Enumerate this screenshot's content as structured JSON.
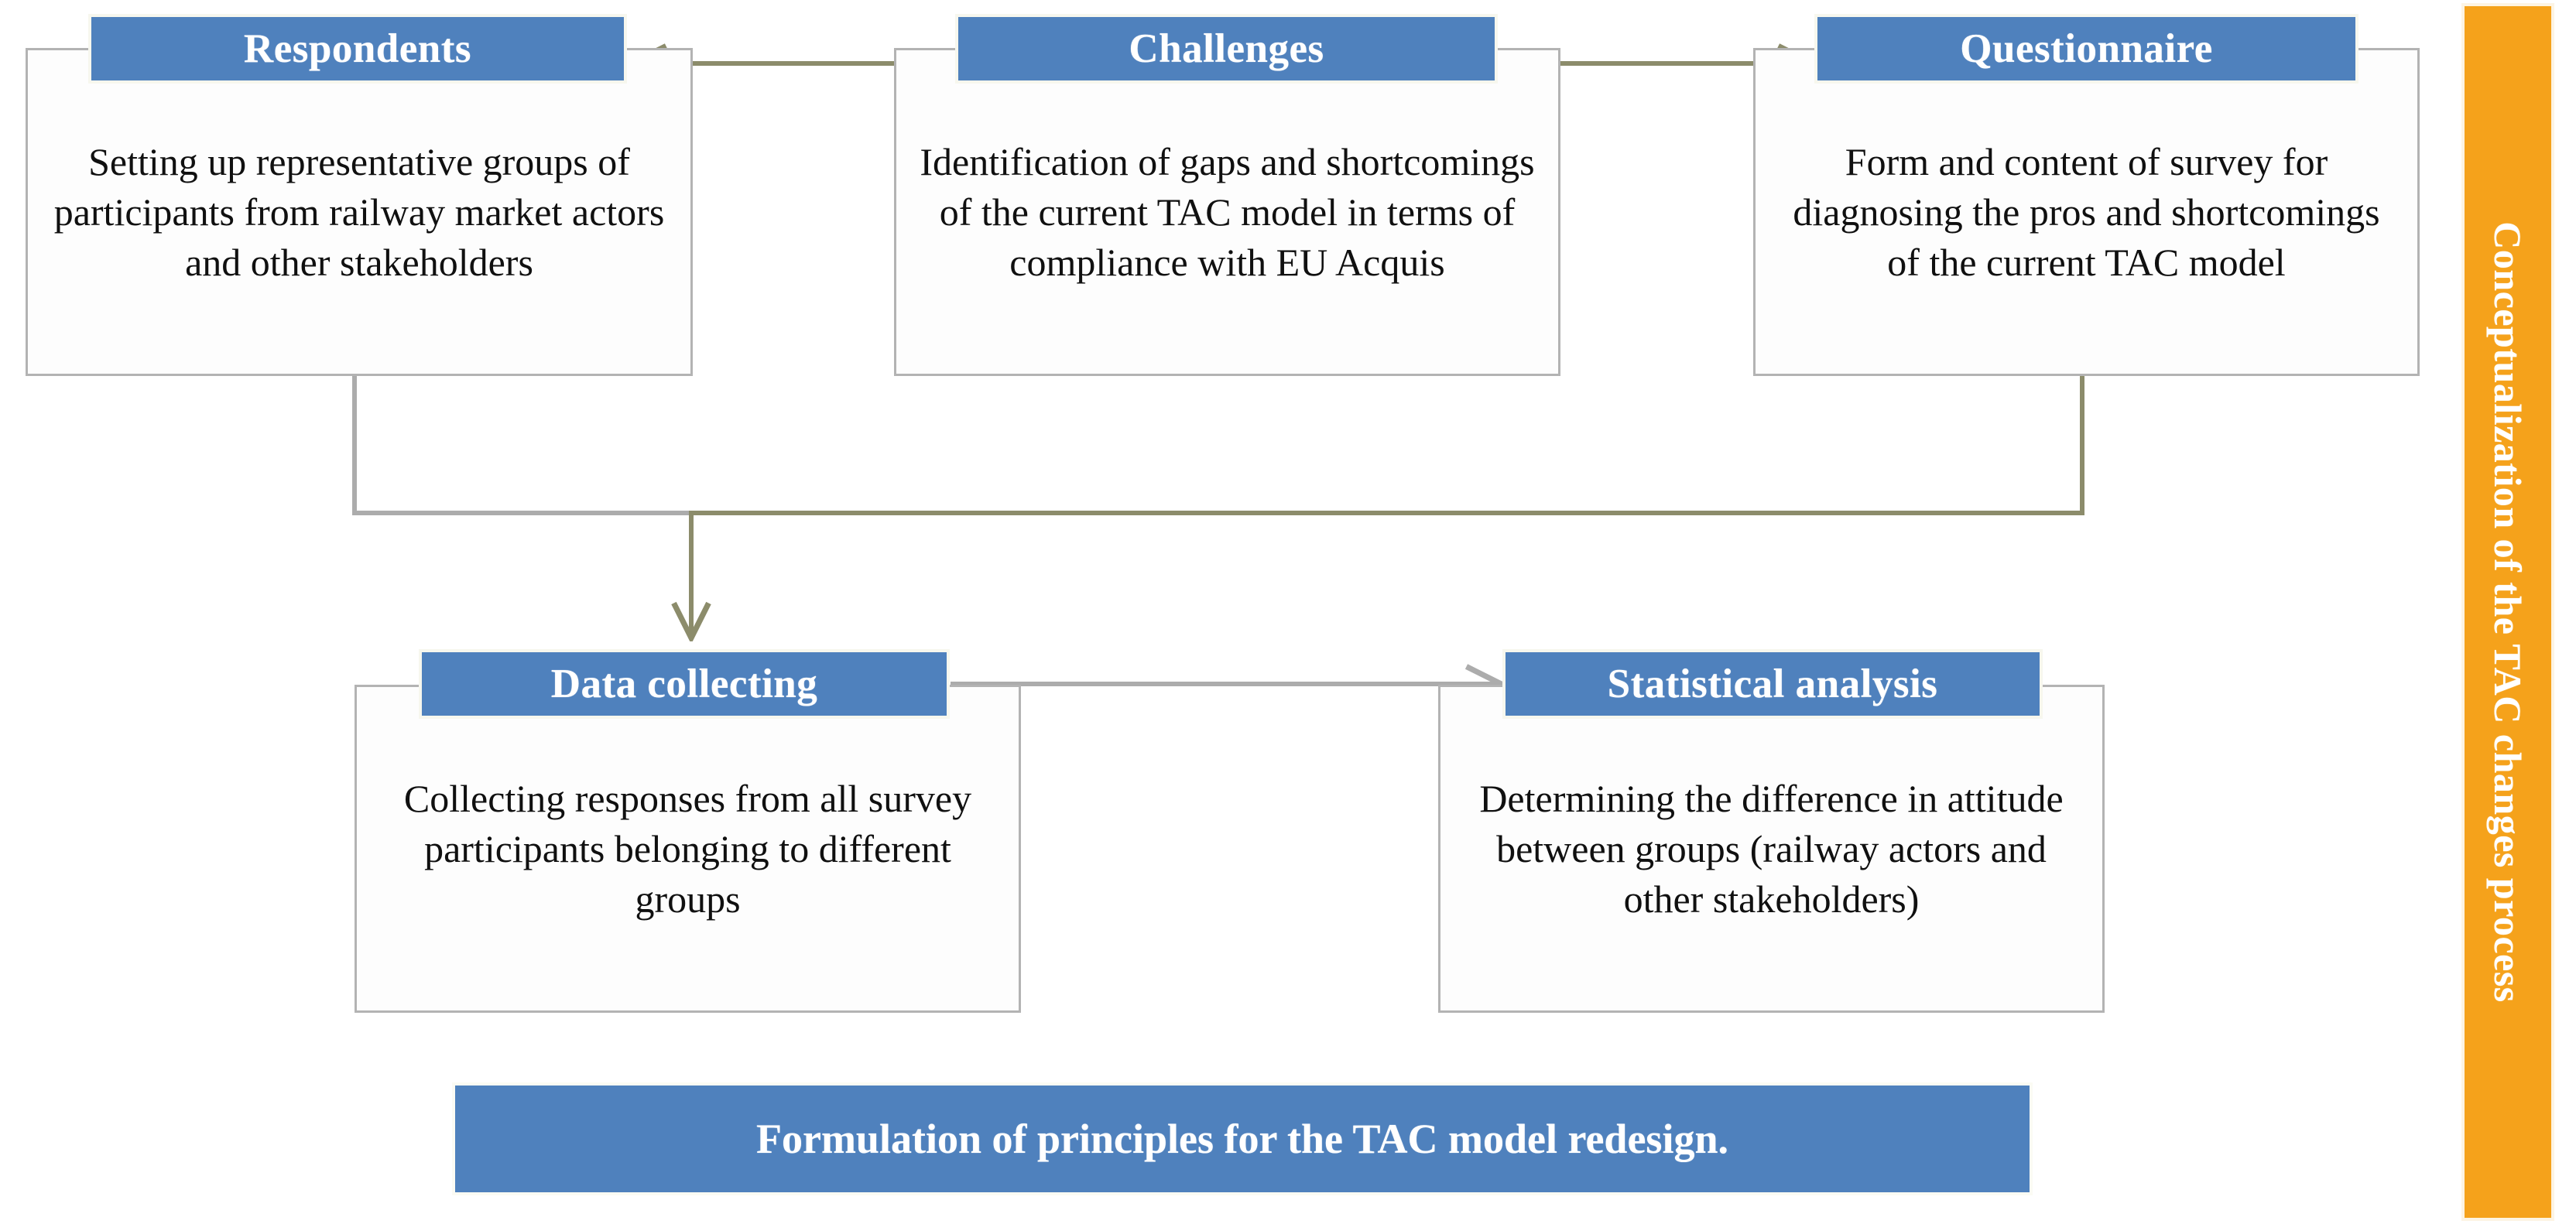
{
  "diagram": {
    "title": "Conceptualization of the TAC changes process",
    "accent_blue": "#4F81BD",
    "accent_orange": "#F5A21B",
    "connector_olive": "#8C8C6B",
    "connector_gray": "#ACACAC"
  },
  "side_banner": {
    "label": "Conceptualization of the TAC changes process"
  },
  "nodes": {
    "respondents": {
      "header": "Respondents",
      "body": "Setting up representative groups of participants from railway market actors  and other stakeholders"
    },
    "challenges": {
      "header": "Challenges",
      "body": "Identification of gaps and shortcomings of the current TAC model in terms of compliance with EU Acquis"
    },
    "questionnaire": {
      "header": "Questionnaire",
      "body": "Form and content of survey for diagnosing the pros and shortcomings of the current TAC model"
    },
    "data_collecting": {
      "header": "Data collecting",
      "body": "Collecting responses from all survey participants belonging to different groups"
    },
    "statistical_analysis": {
      "header": "Statistical analysis",
      "body": "Determining the difference in attitude between groups (railway actors and other stakeholders)"
    }
  },
  "conclusion": {
    "label": "Formulation of principles for the TAC model redesign."
  },
  "connectors": [
    {
      "name": "challenges-to-respondents",
      "from": "challenges",
      "to": "respondents",
      "direction": "left",
      "color": "#8C8C6B"
    },
    {
      "name": "challenges-to-questionnaire",
      "from": "challenges",
      "to": "questionnaire",
      "direction": "right",
      "color": "#8C8C6B"
    },
    {
      "name": "respondents-to-data-collecting",
      "from": "respondents",
      "to": "data_collecting",
      "direction": "down",
      "color": "#ACACAC"
    },
    {
      "name": "questionnaire-to-data-collecting",
      "from": "questionnaire",
      "to": "data_collecting",
      "direction": "down",
      "color": "#8C8C6B"
    },
    {
      "name": "data-collecting-to-statistical-analysis",
      "from": "data_collecting",
      "to": "statistical_analysis",
      "direction": "right",
      "color": "#ACACAC"
    }
  ]
}
